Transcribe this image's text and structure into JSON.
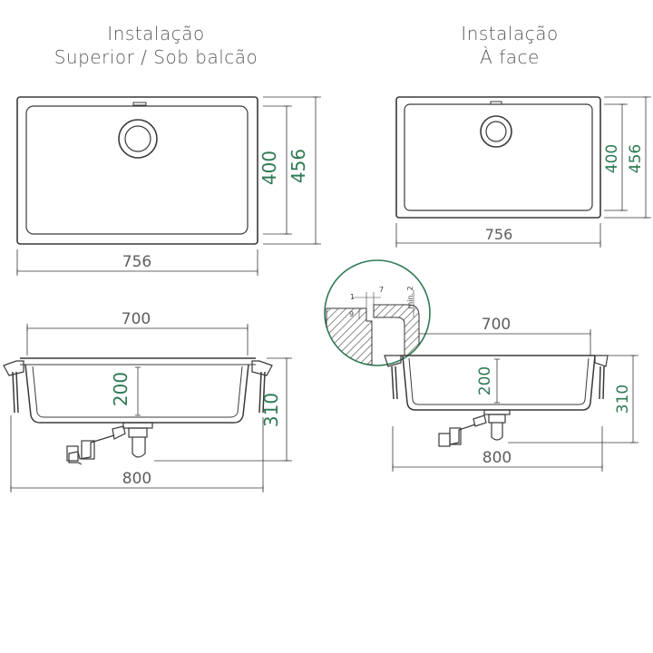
{
  "left": {
    "title_line1": "Instalação",
    "title_line2": "Superior / Sob balcão",
    "top_view": {
      "width": "756",
      "depth_inner": "400",
      "depth_outer": "456"
    },
    "side_view": {
      "bowl_width": "700",
      "depth": "200",
      "total_height": "310",
      "overall_width": "800"
    }
  },
  "right": {
    "title_line1": "Instalação",
    "title_line2": "À face",
    "top_view": {
      "width": "756",
      "depth_inner": "400",
      "depth_outer": "456"
    },
    "detail": {
      "d1": "1",
      "d7": "7",
      "d9": "9",
      "min2": "min. 2"
    },
    "side_view": {
      "bowl_width": "700",
      "depth": "200",
      "total_height": "310",
      "overall_width": "800"
    }
  },
  "colors": {
    "line": "#3a3a3a",
    "dimension_green": "#2f7a55",
    "detail_circle": "#2f7a55"
  }
}
